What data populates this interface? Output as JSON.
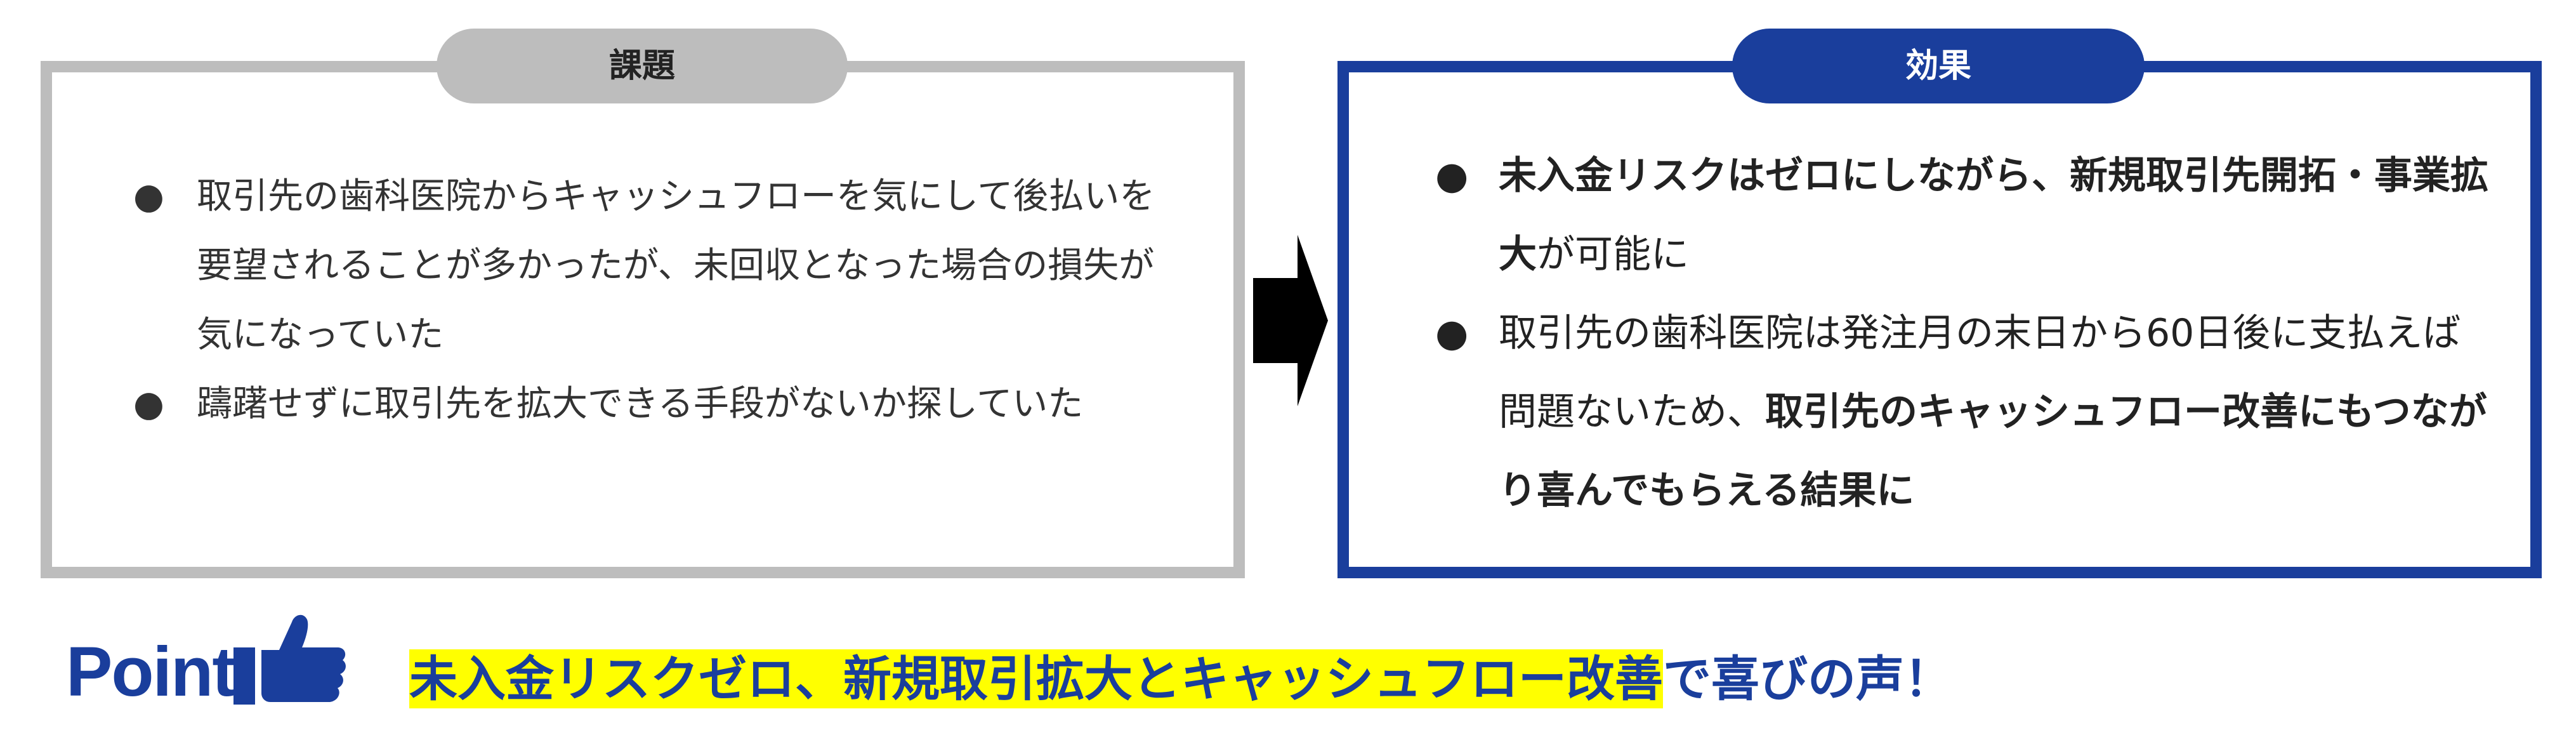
{
  "issue": {
    "tab_label": "課題",
    "items": [
      "取引先の歯科医院からキャッシュフローを気にして後払いを要望されることが多かったが、未回収となった場合の損失が気になっていた",
      "躊躇せずに取引先を拡大できる手段がないか探していた"
    ]
  },
  "effect": {
    "tab_label": "効果",
    "items": [
      {
        "bold": "未入金リスクはゼロにしながら、新規取引先開拓・事業拡大",
        "normal": "が可能に"
      },
      {
        "normal": "取引先の歯科医院は発注月の末日から60日後に支払えば問題ないため、",
        "bold": "取引先のキャッシュフロー改善にもつながり喜んでもらえる結果に"
      }
    ]
  },
  "bullet_char": "●",
  "point": {
    "label": "Point",
    "message_highlight": "未入金リスクゼロ、新規取引拡大とキャッシュフロー改善",
    "message_rest": "で喜びの声！"
  },
  "colors": {
    "accent": "#1a3e9c",
    "gray_border": "#bdbdbd",
    "highlight": "#ffff00"
  },
  "icons": {
    "arrow": "right-arrow-icon",
    "thumbs": "thumbs-up-icon"
  }
}
